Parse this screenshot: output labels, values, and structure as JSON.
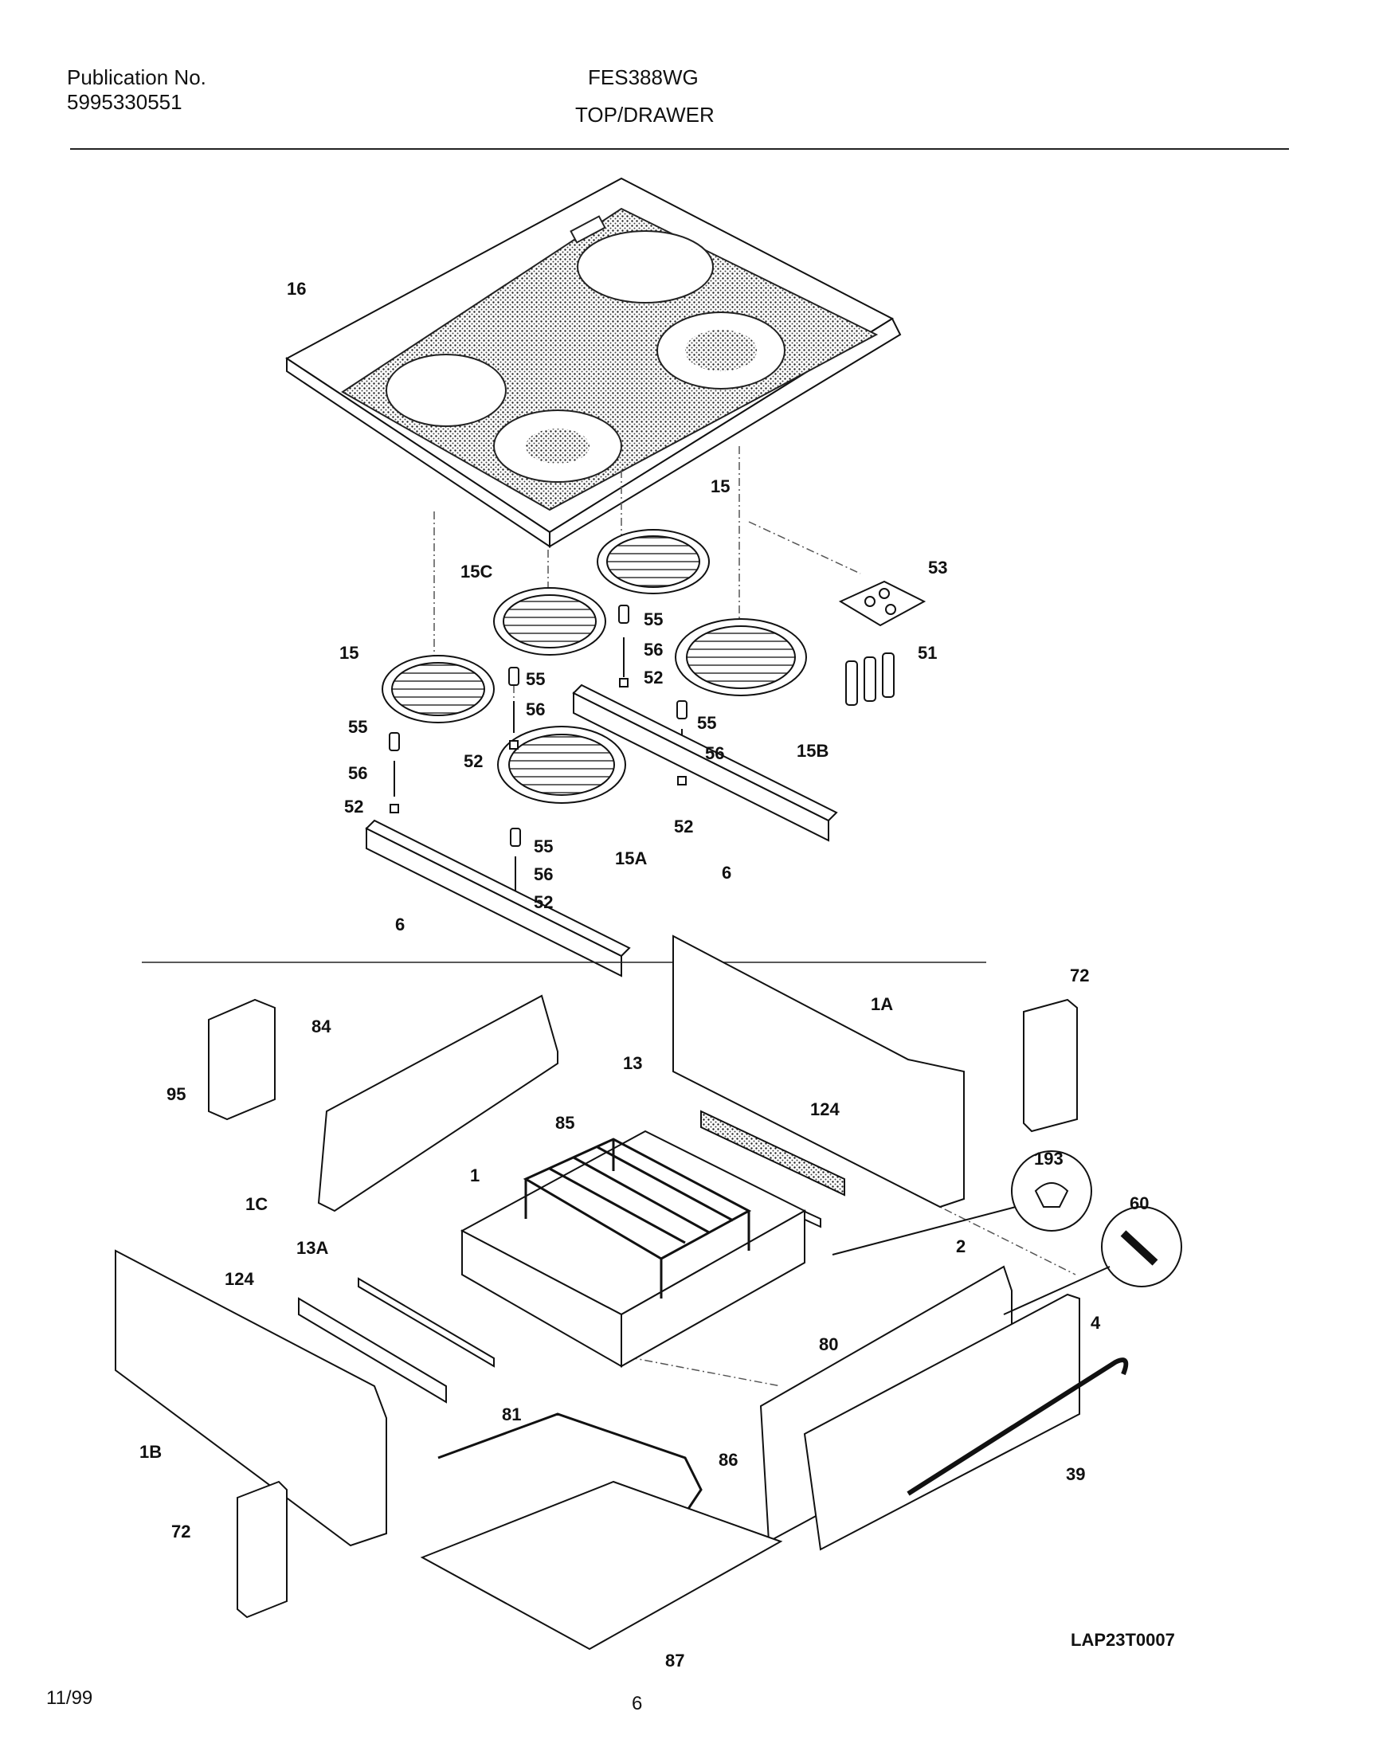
{
  "header": {
    "publication_label": "Publication No.",
    "publication_number": "5995330551",
    "model": "FES388WG",
    "section": "TOP/DRAWER"
  },
  "callouts": {
    "c16": "16",
    "c15a_top": "15",
    "c15c": "15C",
    "c53": "53",
    "c55a": "55",
    "c56a": "56",
    "c52a": "52",
    "c51": "51",
    "c15_left": "15",
    "c55b": "55",
    "c56b": "56",
    "c55c": "55",
    "c52b": "52",
    "c56c": "56",
    "c52c": "52",
    "c55d": "55",
    "c56d": "56",
    "c15b": "15B",
    "c52d": "52",
    "c15a": "15A",
    "c55e": "55",
    "c56e": "56",
    "c52e": "52",
    "c6a": "6",
    "c6b": "6",
    "c72a": "72",
    "c1a": "1A",
    "c84": "84",
    "c95": "95",
    "c13": "13",
    "c124a": "124",
    "c85": "85",
    "c193": "193",
    "c1c": "1C",
    "c1": "1",
    "c60": "60",
    "c13a": "13A",
    "c124b": "124",
    "c2": "2",
    "c4": "4",
    "c80": "80",
    "c1b": "1B",
    "c81": "81",
    "c86": "86",
    "c39": "39",
    "c72b": "72",
    "c87": "87"
  },
  "footer": {
    "date": "11/99",
    "page": "6",
    "drawing_code": "LAP23T0007"
  }
}
